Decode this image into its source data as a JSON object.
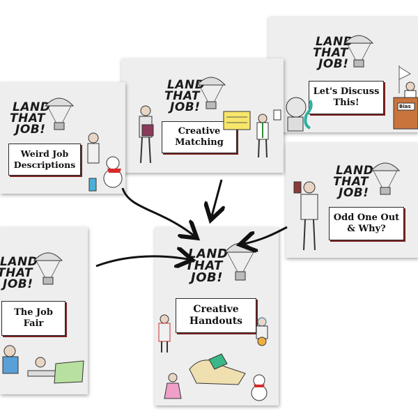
{
  "logo": {
    "line1": "LAND",
    "line2": "THAT",
    "line3": "JOB!"
  },
  "cards": {
    "weird": {
      "title": "Weird Job Descriptions"
    },
    "matching": {
      "title": "Creative Matching"
    },
    "discuss": {
      "title": "Let's Discuss This!"
    },
    "oddone": {
      "title": "Odd One Out & Why?"
    },
    "jobfair": {
      "title": "The Job Fair"
    },
    "handouts": {
      "title": "Creative Handouts"
    }
  },
  "podium_label": "Bias",
  "colors": {
    "card_bg": "#eeeeee",
    "border": "#2a2a2a",
    "accent_red": "#7a2020",
    "arrow": "#111111"
  }
}
